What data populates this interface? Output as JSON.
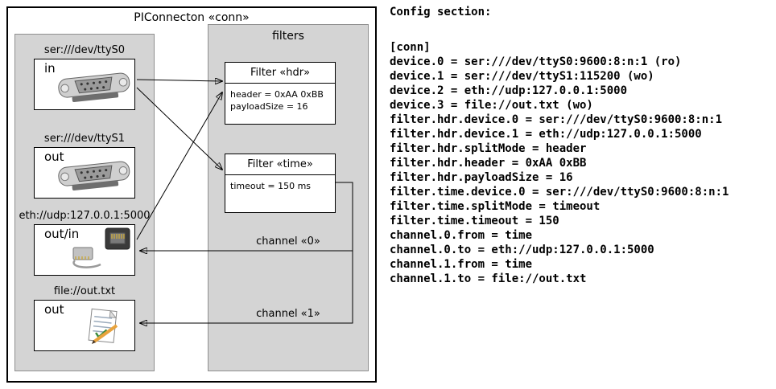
{
  "diagram": {
    "title": "PIConnecton «conn»",
    "devices": [
      {
        "label": "ser:///dev/ttyS0",
        "direction": "in",
        "icon": "serial-connector-icon"
      },
      {
        "label": "ser:///dev/ttyS1",
        "direction": "out",
        "icon": "serial-connector-icon"
      },
      {
        "label": "eth://udp:127.0.0.1:5000",
        "direction": "out/in",
        "icon": "ethernet-connector-icon"
      },
      {
        "label": "file://out.txt",
        "direction": "out",
        "icon": "document-icon"
      }
    ],
    "filters_panel": {
      "title": "filters",
      "filters": [
        {
          "title": "Filter «hdr»",
          "params": [
            "header = 0xAA 0xBB",
            "payloadSize = 16"
          ]
        },
        {
          "title": "Filter «time»",
          "params": [
            "timeout = 150 ms"
          ]
        }
      ],
      "channels": [
        {
          "label": "channel «0»"
        },
        {
          "label": "channel «1»"
        }
      ]
    }
  },
  "config": {
    "heading": "Config section:",
    "lines": [
      "[conn]",
      "device.0 = ser:///dev/ttyS0:9600:8:n:1 (ro)",
      "device.1 = ser:///dev/ttyS1:115200 (wo)",
      "device.2 = eth://udp:127.0.0.1:5000",
      "device.3 = file://out.txt (wo)",
      "filter.hdr.device.0 = ser:///dev/ttyS0:9600:8:n:1",
      "filter.hdr.device.1 = eth://udp:127.0.0.1:5000",
      "filter.hdr.splitMode = header",
      "filter.hdr.header = 0xAA 0xBB",
      "filter.hdr.payloadSize = 16",
      "filter.time.device.0 = ser:///dev/ttyS0:9600:8:n:1",
      "filter.time.splitMode = timeout",
      "filter.time.timeout = 150",
      "channel.0.from = time",
      "channel.0.to = eth://udp:127.0.0.1:5000",
      "channel.1.from = time",
      "channel.1.to = file://out.txt"
    ]
  }
}
